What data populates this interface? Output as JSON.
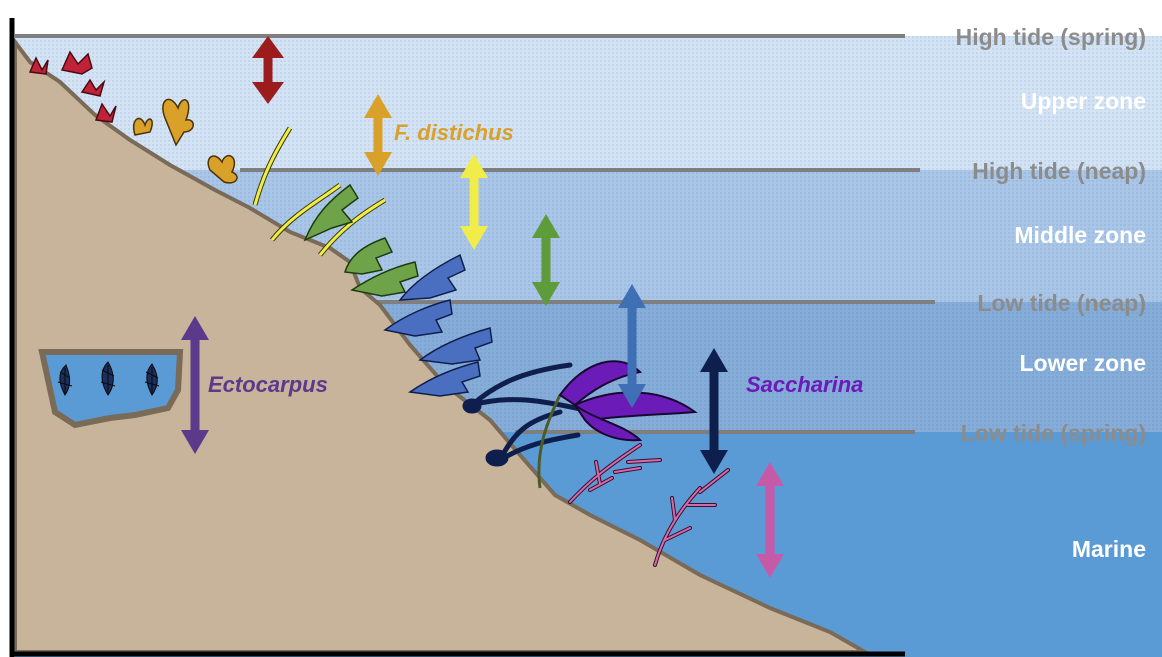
{
  "tide_lines": {
    "high_spring": "High tide (spring)",
    "high_neap": "High tide (neap)",
    "low_neap": "Low tide (neap)",
    "low_spring": "Low tide (spring)"
  },
  "zones": {
    "upper": "Upper zone",
    "middle": "Middle zone",
    "lower": "Lower zone",
    "marine": "Marine"
  },
  "species": {
    "f_distichus": "F. distichus",
    "ectocarpus": "Ectocarpus",
    "saccharina": "Saccharina"
  },
  "colors": {
    "label_grey": "#8c8c8c",
    "label_white": "#ffffff",
    "f_distichus": "#d9a02a",
    "ectocarpus": "#5b3a8c",
    "saccharina": "#6a1bb8",
    "arrow_red": "#9b1c1c",
    "arrow_orange": "#d9a02a",
    "arrow_yellow": "#f0ec4a",
    "arrow_green": "#5e9b3a",
    "arrow_blue": "#3f6fb5",
    "arrow_navy": "#0f1f4d",
    "arrow_pink": "#c45aa8",
    "arrow_purple": "#5b3a8c",
    "shore": "#c7b49a",
    "water_marine": "#5b9bd5"
  }
}
